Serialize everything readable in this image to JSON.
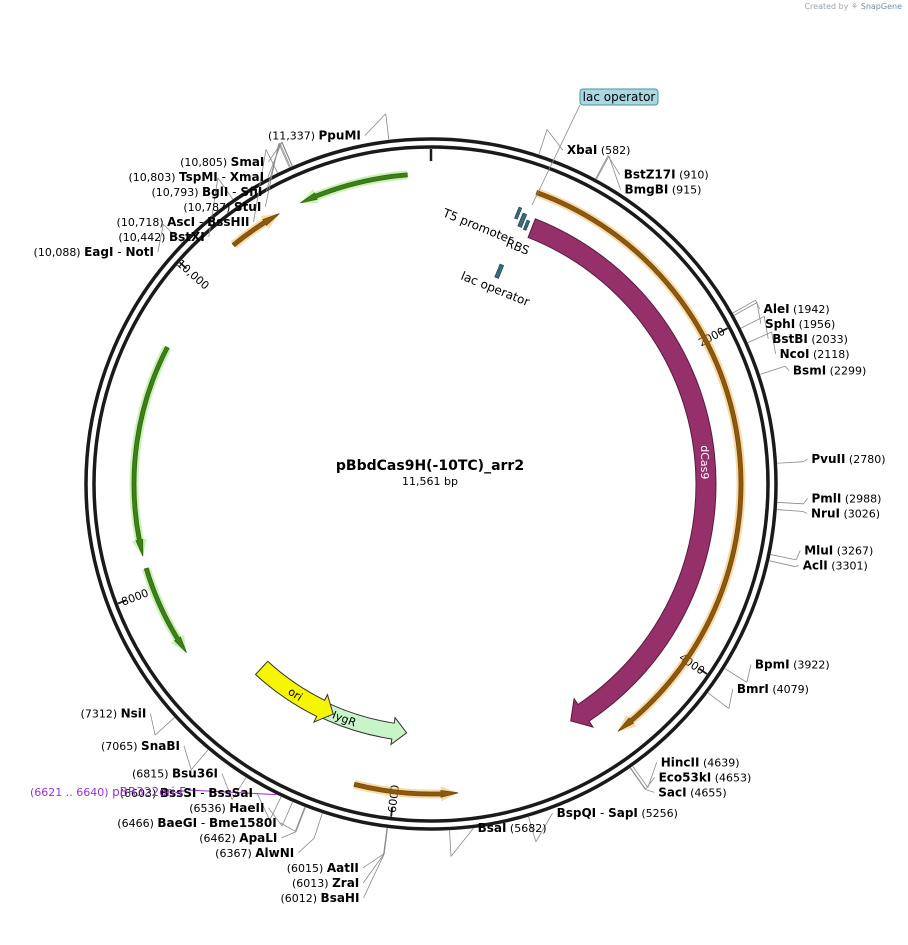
{
  "credit": {
    "prefix": "Created by",
    "brand": "SnapGene"
  },
  "plasmid": {
    "name": "pBbdCas9H(-10TC)_arr2",
    "length_label": "11,561 bp",
    "length": 11561
  },
  "ticks": [
    {
      "bp": 2000,
      "label": "2000"
    },
    {
      "bp": 4000,
      "label": "4000"
    },
    {
      "bp": 6000,
      "label": "6000"
    },
    {
      "bp": 8000,
      "label": "8000"
    },
    {
      "bp": 10000,
      "label": "10,000"
    }
  ],
  "features": [
    {
      "name": "dCas9",
      "type": "cds",
      "start": 690,
      "end": 4800,
      "strand": 1,
      "color": "#96306a",
      "track": "inner"
    },
    {
      "name": "HygR",
      "type": "cds",
      "start": 5960,
      "end": 6940,
      "strand": -1,
      "color": "#c8f5c8",
      "track": "inner"
    },
    {
      "name": "ori",
      "type": "rep_origin",
      "start": 6520,
      "end": 7150,
      "strand": -1,
      "color": "#f6f600",
      "track": "inner"
    },
    {
      "name": "primer-bind-orange-1",
      "type": "primer",
      "start": 640,
      "end": 4590,
      "strand": 1,
      "color": "#f2ab42",
      "track": "outer"
    },
    {
      "name": "primer-bind-orange-2",
      "type": "primer",
      "start": 5620,
      "end": 6240,
      "strand": -1,
      "color": "#f2ab42",
      "track": "outer"
    },
    {
      "name": "primer-bind-orange-3",
      "type": "primer",
      "start": 10290,
      "end": 10620,
      "strand": 1,
      "color": "#f2ab42",
      "track": "outer"
    },
    {
      "name": "primer-bind-green-1",
      "type": "primer",
      "start": 10760,
      "end": 11420,
      "strand": -1,
      "color": "#8de05c",
      "track": "outer"
    },
    {
      "name": "primer-bind-green-2",
      "type": "primer",
      "start": 8220,
      "end": 9550,
      "strand": -1,
      "color": "#8de05c",
      "track": "inner"
    },
    {
      "name": "primer-bind-green-3",
      "type": "primer",
      "start": 7560,
      "end": 8140,
      "strand": -1,
      "color": "#8de05c",
      "track": "inner"
    }
  ],
  "small_features": [
    {
      "label": "lac operator",
      "start": 615,
      "end": 637,
      "boxed": true
    },
    {
      "label": "T5 promoter",
      "start": 560,
      "end": 600,
      "boxed": false
    },
    {
      "label": "RBS",
      "start": 640,
      "end": 665,
      "boxed": false
    },
    {
      "label": "lac operator",
      "start": 1020,
      "end": 1045,
      "boxed": false
    }
  ],
  "primer_label": {
    "range": "(6621 .. 6640)",
    "name": "pBR322ori-F",
    "bp": 6630,
    "color": "#9b30d9"
  },
  "sites": [
    {
      "names": [
        "PpuMI"
      ],
      "pos": "(11,337)",
      "bp": 11337,
      "side": "left"
    },
    {
      "names": [
        "SmaI"
      ],
      "pos": "(10,805)",
      "bp": 10805,
      "side": "left"
    },
    {
      "names": [
        "TspMI",
        "XmaI"
      ],
      "pos": "(10,803)",
      "bp": 10803,
      "side": "left"
    },
    {
      "names": [
        "BglI",
        "SfiI"
      ],
      "pos": "(10,793)",
      "bp": 10793,
      "side": "left"
    },
    {
      "names": [
        "StuI"
      ],
      "pos": "(10,787)",
      "bp": 10787,
      "side": "left"
    },
    {
      "names": [
        "AscI",
        "BssHII"
      ],
      "pos": "(10,718)",
      "bp": 10718,
      "side": "left"
    },
    {
      "names": [
        "BstXI"
      ],
      "pos": "(10,442)",
      "bp": 10442,
      "side": "left"
    },
    {
      "names": [
        "EagI",
        "NotI"
      ],
      "pos": "(10,088)",
      "bp": 10088,
      "side": "left"
    },
    {
      "names": [
        "XbaI"
      ],
      "pos": "(582)",
      "bp": 582,
      "side": "right"
    },
    {
      "names": [
        "BstZ17I"
      ],
      "pos": "(910)",
      "bp": 910,
      "side": "right"
    },
    {
      "names": [
        "BmgBI"
      ],
      "pos": "(915)",
      "bp": 915,
      "side": "right"
    },
    {
      "names": [
        "AleI"
      ],
      "pos": "(1942)",
      "bp": 1942,
      "side": "right"
    },
    {
      "names": [
        "SphI"
      ],
      "pos": "(1956)",
      "bp": 1956,
      "side": "right"
    },
    {
      "names": [
        "BstBI"
      ],
      "pos": "(2033)",
      "bp": 2033,
      "side": "right"
    },
    {
      "names": [
        "NcoI"
      ],
      "pos": "(2118)",
      "bp": 2118,
      "side": "right"
    },
    {
      "names": [
        "BsmI"
      ],
      "pos": "(2299)",
      "bp": 2299,
      "side": "right"
    },
    {
      "names": [
        "PvuII"
      ],
      "pos": "(2780)",
      "bp": 2780,
      "side": "right"
    },
    {
      "names": [
        "PmlI"
      ],
      "pos": "(2988)",
      "bp": 2988,
      "side": "right"
    },
    {
      "names": [
        "NruI"
      ],
      "pos": "(3026)",
      "bp": 3026,
      "side": "right"
    },
    {
      "names": [
        "MluI"
      ],
      "pos": "(3267)",
      "bp": 3267,
      "side": "right"
    },
    {
      "names": [
        "AclI"
      ],
      "pos": "(3301)",
      "bp": 3301,
      "side": "right"
    },
    {
      "names": [
        "BpmI"
      ],
      "pos": "(3922)",
      "bp": 3922,
      "side": "right"
    },
    {
      "names": [
        "BmrI"
      ],
      "pos": "(4079)",
      "bp": 4079,
      "side": "right"
    },
    {
      "names": [
        "HincII"
      ],
      "pos": "(4639)",
      "bp": 4639,
      "side": "right"
    },
    {
      "names": [
        "Eco53kI"
      ],
      "pos": "(4653)",
      "bp": 4653,
      "side": "right"
    },
    {
      "names": [
        "SacI"
      ],
      "pos": "(4655)",
      "bp": 4655,
      "side": "right"
    },
    {
      "names": [
        "BspQI",
        "SapI"
      ],
      "pos": "(5256)",
      "bp": 5256,
      "side": "right"
    },
    {
      "names": [
        "BsaI"
      ],
      "pos": "(5682)",
      "bp": 5682,
      "side": "right"
    },
    {
      "names": [
        "BsaHI"
      ],
      "pos": "(6012)",
      "bp": 6012,
      "side": "left"
    },
    {
      "names": [
        "ZraI"
      ],
      "pos": "(6013)",
      "bp": 6013,
      "side": "left"
    },
    {
      "names": [
        "AatII"
      ],
      "pos": "(6015)",
      "bp": 6015,
      "side": "left"
    },
    {
      "names": [
        "AlwNI"
      ],
      "pos": "(6367)",
      "bp": 6367,
      "side": "left"
    },
    {
      "names": [
        "ApaLI"
      ],
      "pos": "(6462)",
      "bp": 6462,
      "side": "left"
    },
    {
      "names": [
        "BaeGI",
        "Bme1580I"
      ],
      "pos": "(6466)",
      "bp": 6466,
      "side": "left"
    },
    {
      "names": [
        "HaeII"
      ],
      "pos": "(6536)",
      "bp": 6536,
      "side": "left"
    },
    {
      "names": [
        "BssSI",
        "BssSaI"
      ],
      "pos": "(6603)",
      "bp": 6603,
      "side": "left"
    },
    {
      "names": [
        "Bsu36I"
      ],
      "pos": "(6815)",
      "bp": 6815,
      "side": "left"
    },
    {
      "names": [
        "SnaBI"
      ],
      "pos": "(7065)",
      "bp": 7065,
      "side": "left"
    },
    {
      "names": [
        "NsiI"
      ],
      "pos": "(7312)",
      "bp": 7312,
      "side": "left"
    }
  ]
}
